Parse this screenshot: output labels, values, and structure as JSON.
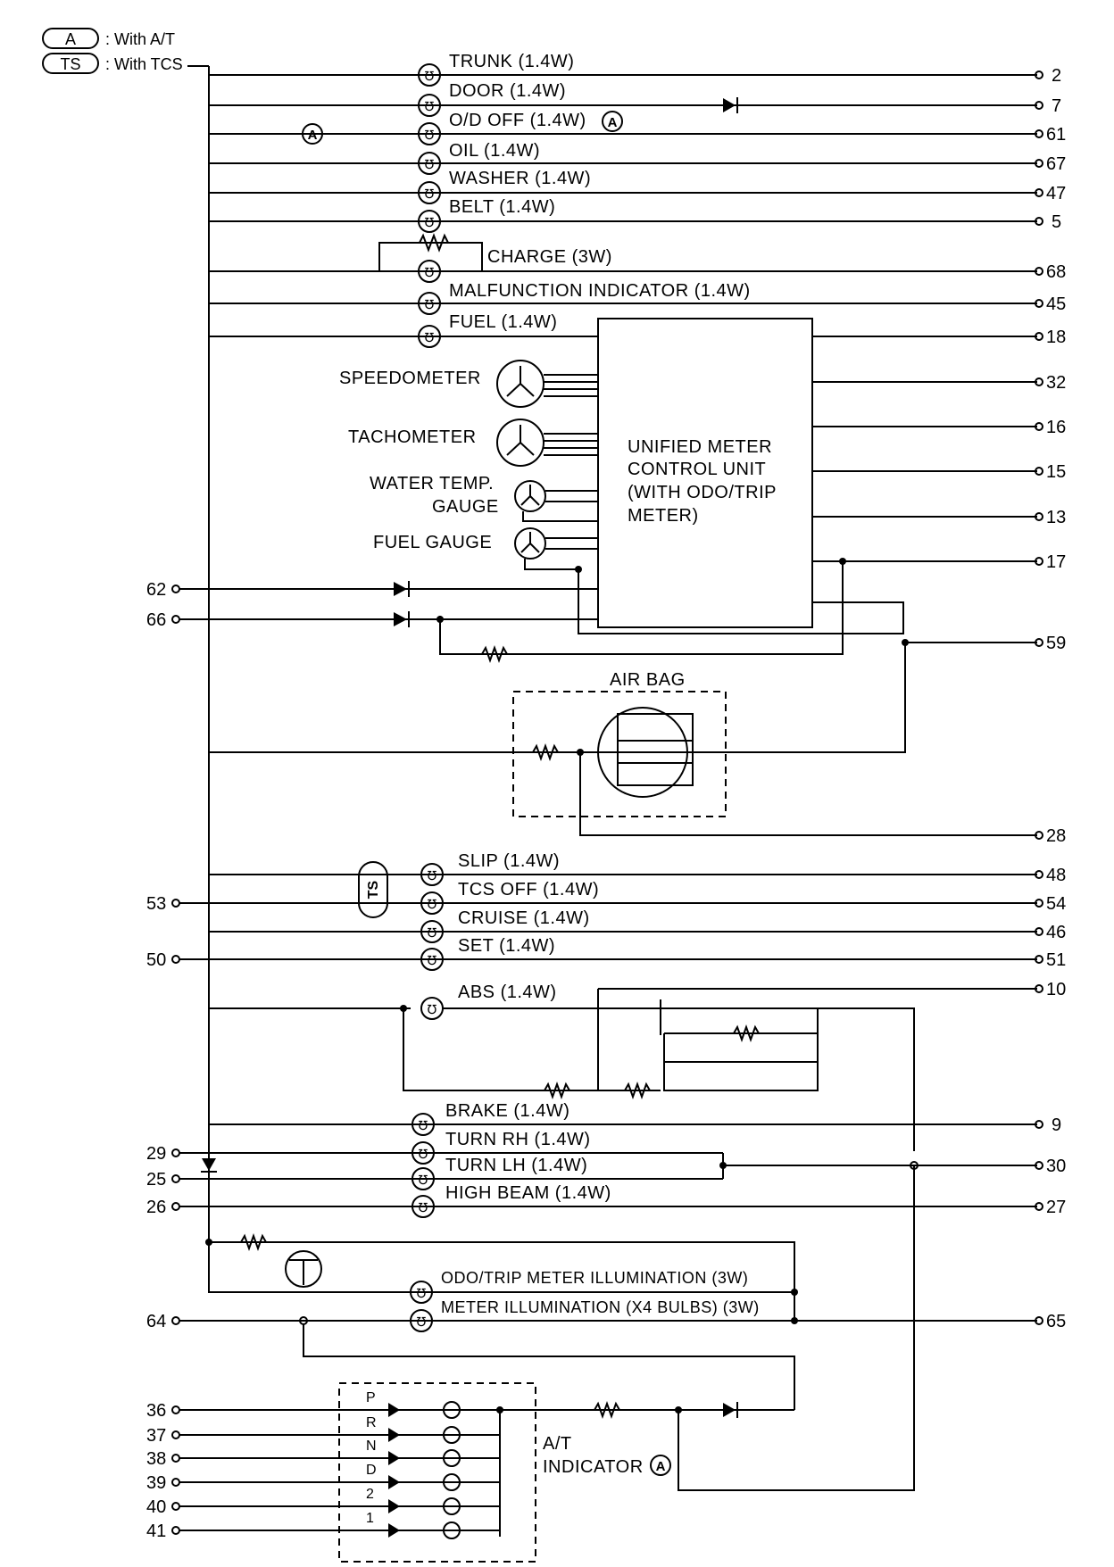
{
  "legend": [
    {
      "code": "A",
      "text": ": With A/T"
    },
    {
      "code": "TS",
      "text": ": With TCS"
    }
  ],
  "lamps": [
    {
      "id": "trunk",
      "label": "TRUNK (1.4W)",
      "terminal": "2"
    },
    {
      "id": "door",
      "label": "DOOR (1.4W)",
      "terminal": "7"
    },
    {
      "id": "od-off",
      "label": "O/D OFF (1.4W)",
      "terminal": "61"
    },
    {
      "id": "oil",
      "label": "OIL (1.4W)",
      "terminal": "67"
    },
    {
      "id": "washer",
      "label": "WASHER (1.4W)",
      "terminal": "47"
    },
    {
      "id": "belt",
      "label": "BELT (1.4W)",
      "terminal": "5"
    },
    {
      "id": "charge",
      "label": "CHARGE (3W)",
      "terminal": "68"
    },
    {
      "id": "malfunction",
      "label": "MALFUNCTION INDICATOR (1.4W)",
      "terminal": "45"
    },
    {
      "id": "fuel",
      "label": "FUEL (1.4W)",
      "terminal": "18"
    },
    {
      "id": "slip",
      "label": "SLIP (1.4W)",
      "terminal": "48"
    },
    {
      "id": "tcs-off",
      "label": "TCS OFF (1.4W)",
      "terminal": "54",
      "left_terminal": "53"
    },
    {
      "id": "cruise",
      "label": "CRUISE (1.4W)",
      "terminal": "46"
    },
    {
      "id": "set",
      "label": "SET (1.4W)",
      "terminal": "51",
      "left_terminal": "50"
    },
    {
      "id": "abs",
      "label": "ABS (1.4W)",
      "terminal": "10"
    },
    {
      "id": "brake",
      "label": "BRAKE (1.4W)",
      "terminal": "9"
    },
    {
      "id": "turn-rh",
      "label": "TURN RH (1.4W)",
      "left_terminal": "29"
    },
    {
      "id": "turn-lh",
      "label": "TURN LH (1.4W)",
      "terminal": "30",
      "left_terminal": "25"
    },
    {
      "id": "high-beam",
      "label": "HIGH BEAM (1.4W)",
      "terminal": "27",
      "left_terminal": "26"
    },
    {
      "id": "odo-illum",
      "label": "ODO/TRIP METER ILLUMINATION (3W)"
    },
    {
      "id": "meter-illum",
      "label": "METER ILLUMINATION (X4 BULBS) (3W)",
      "terminal": "65",
      "left_terminal": "64"
    }
  ],
  "gauges": {
    "speedometer": "SPEEDOMETER",
    "tachometer": "TACHOMETER",
    "water_temp_1": "WATER TEMP.",
    "water_temp_2": "GAUGE",
    "fuel_gauge": "FUEL GAUGE"
  },
  "control_unit": {
    "lines": [
      "UNIFIED METER",
      "CONTROL UNIT",
      "(WITH ODO/TRIP",
      "METER)"
    ],
    "terminals": [
      "32",
      "16",
      "15",
      "13",
      "17"
    ]
  },
  "left_terminals_misc": [
    "62",
    "66"
  ],
  "air_bag": {
    "label": "AIR BAG",
    "terminals": [
      "59",
      "28"
    ]
  },
  "at_indicator": {
    "line1": "A/T",
    "line2": "INDICATOR",
    "positions": [
      "P",
      "R",
      "N",
      "D",
      "2",
      "1"
    ],
    "terminals": [
      "36",
      "37",
      "38",
      "39",
      "40",
      "41"
    ]
  },
  "markers": {
    "at": "A",
    "tcs": "TS"
  }
}
